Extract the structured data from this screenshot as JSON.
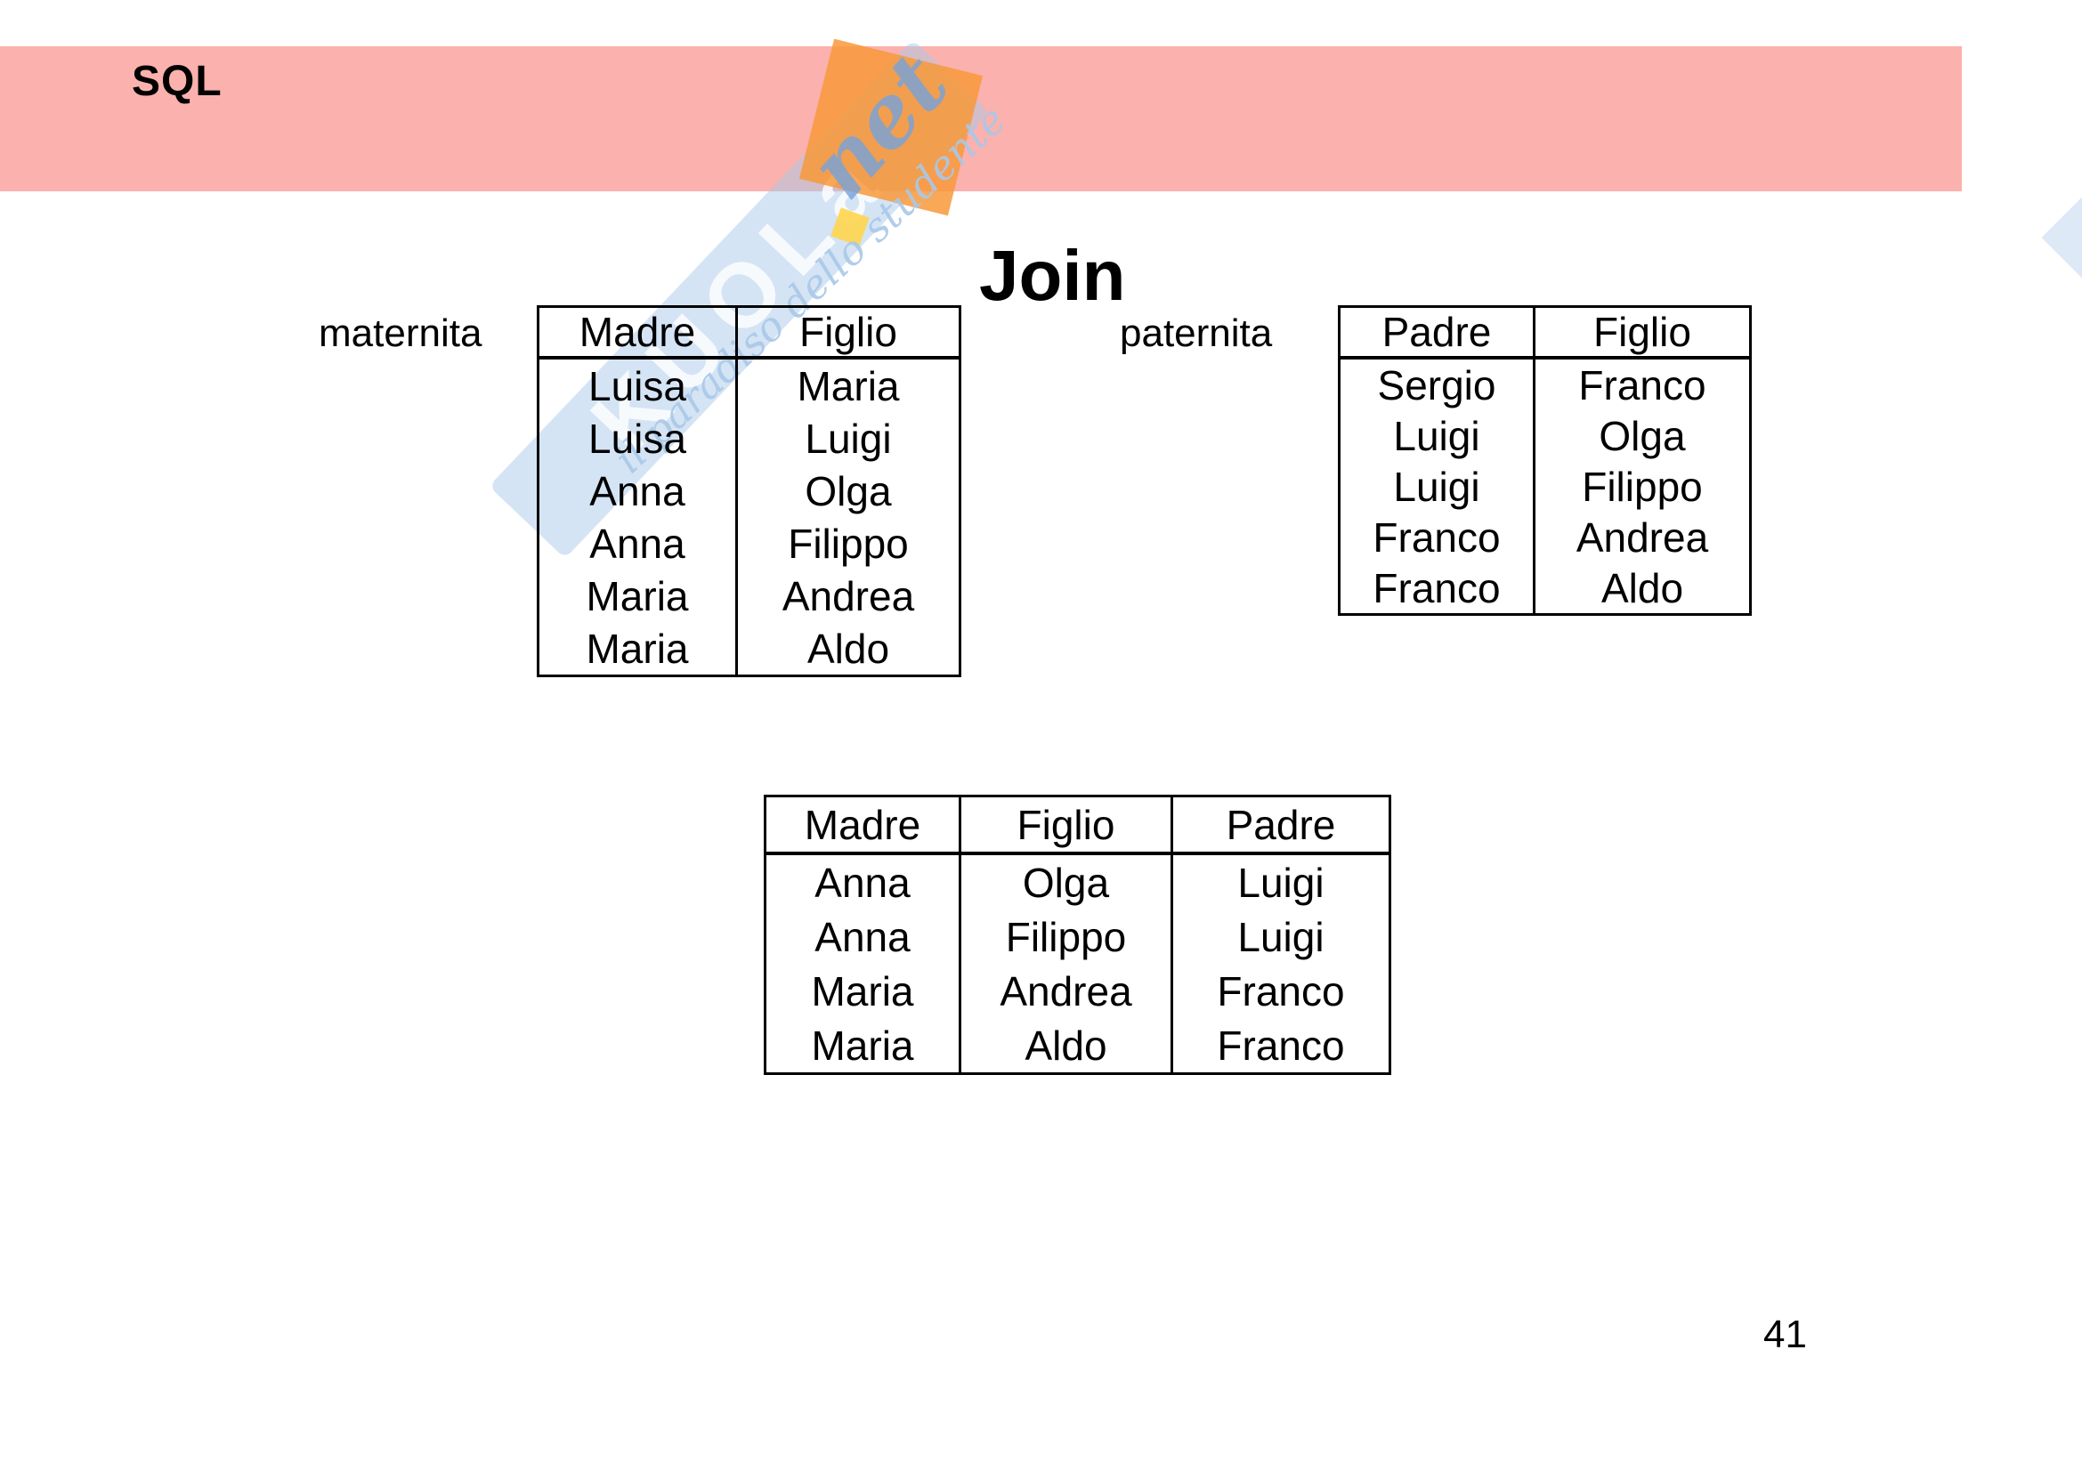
{
  "slide": {
    "header_label": "SQL",
    "title": "Join",
    "page_number": "41",
    "banner_color": "#fbb1ad"
  },
  "watermark": {
    "brand_letters": "KUOLa",
    "brand_suffix": "net",
    "tagline": "il paradiso dello studente",
    "colors": {
      "band_blue": "#a9cbe9",
      "patch_orange": "#f89b44",
      "dot_yellow": "#ffd34e"
    }
  },
  "tables": {
    "maternita": {
      "label": "maternita",
      "headers": [
        "Madre",
        "Figlio"
      ],
      "rows": [
        [
          "Luisa",
          "Maria"
        ],
        [
          "Luisa",
          "Luigi"
        ],
        [
          "Anna",
          "Olga"
        ],
        [
          "Anna",
          "Filippo"
        ],
        [
          "Maria",
          "Andrea"
        ],
        [
          "Maria",
          "Aldo"
        ]
      ]
    },
    "paternita": {
      "label": "paternita",
      "headers": [
        "Padre",
        "Figlio"
      ],
      "rows": [
        [
          "Sergio",
          "Franco"
        ],
        [
          "Luigi",
          "Olga"
        ],
        [
          "Luigi",
          "Filippo"
        ],
        [
          "Franco",
          "Andrea"
        ],
        [
          "Franco",
          "Aldo"
        ]
      ]
    },
    "join_result": {
      "headers": [
        "Madre",
        "Figlio",
        "Padre"
      ],
      "rows": [
        [
          "Anna",
          "Olga",
          "Luigi"
        ],
        [
          "Anna",
          "Filippo",
          "Luigi"
        ],
        [
          "Maria",
          "Andrea",
          "Franco"
        ],
        [
          "Maria",
          "Aldo",
          "Franco"
        ]
      ]
    }
  }
}
